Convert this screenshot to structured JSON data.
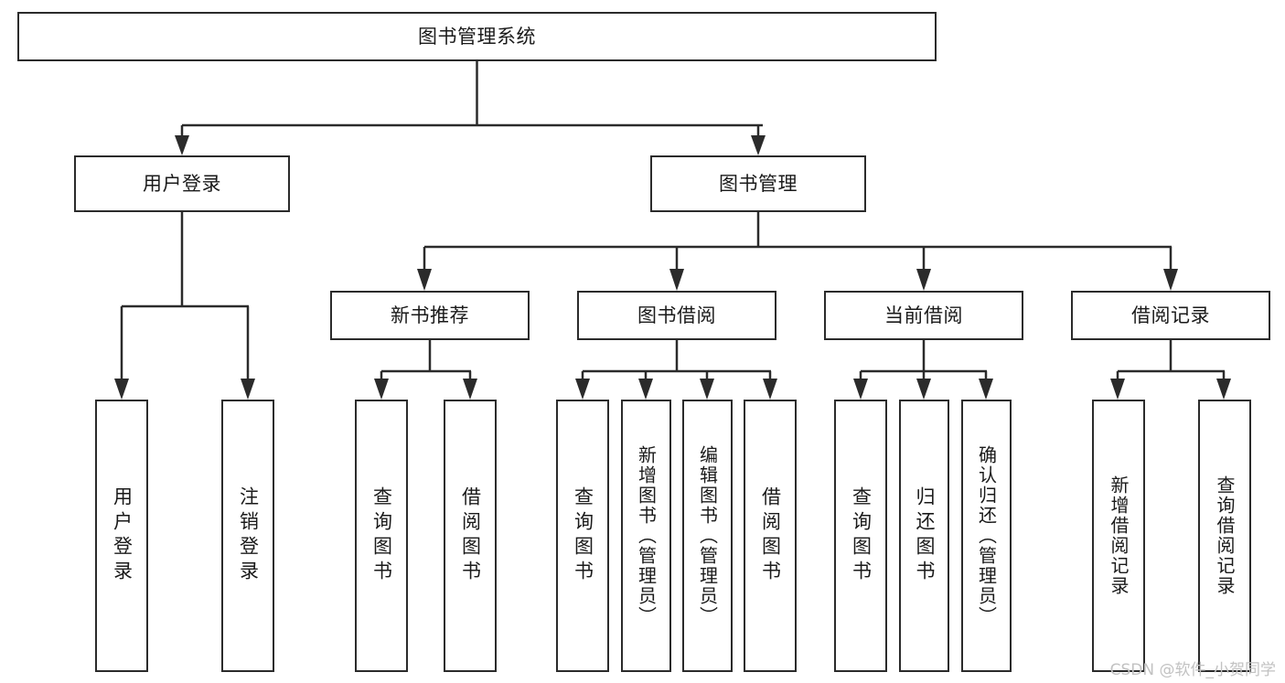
{
  "diagram": {
    "title": "图书管理系统",
    "type": "tree",
    "watermark": "CSDN @软件_小贺同学",
    "colors": {
      "box_border": "#2b2b2b",
      "box_fill": "#ffffff",
      "line": "#2b2b2b",
      "text": "#1a1a1a",
      "watermark": "#c2c2c2",
      "background": "#ffffff"
    },
    "nodes": {
      "root": {
        "label": "图书管理系统",
        "level": 0
      },
      "user_login": {
        "label": "用户登录",
        "level": 1
      },
      "book_manage": {
        "label": "图书管理",
        "level": 1
      },
      "new_book_rec": {
        "label": "新书推荐",
        "level": 2
      },
      "book_borrow": {
        "label": "图书借阅",
        "level": 2
      },
      "current_borrow": {
        "label": "当前借阅",
        "level": 2
      },
      "borrow_record": {
        "label": "借阅记录",
        "level": 2
      },
      "leaf_user_login": {
        "label": "用户登录",
        "level": 3
      },
      "leaf_logout": {
        "label": "注销登录",
        "level": 3
      },
      "leaf_query_book_1": {
        "label": "查询图书",
        "level": 3
      },
      "leaf_borrow_book_1": {
        "label": "借阅图书",
        "level": 3
      },
      "leaf_query_book_2": {
        "label": "查询图书",
        "level": 3
      },
      "leaf_add_book": {
        "label": "新增图书（管理员）",
        "level": 3
      },
      "leaf_edit_book": {
        "label": "编辑图书（管理员）",
        "level": 3
      },
      "leaf_borrow_book_2": {
        "label": "借阅图书",
        "level": 3
      },
      "leaf_query_book_3": {
        "label": "查询图书",
        "level": 3
      },
      "leaf_return_book": {
        "label": "归还图书",
        "level": 3
      },
      "leaf_confirm_return": {
        "label": "确认归还（管理员）",
        "level": 3
      },
      "leaf_add_record": {
        "label": "新增借阅记录",
        "level": 3
      },
      "leaf_query_record": {
        "label": "查询借阅记录",
        "level": 3
      }
    },
    "edges": [
      {
        "from": "root",
        "to": "user_login"
      },
      {
        "from": "root",
        "to": "book_manage"
      },
      {
        "from": "user_login",
        "to": "leaf_user_login"
      },
      {
        "from": "user_login",
        "to": "leaf_logout"
      },
      {
        "from": "book_manage",
        "to": "new_book_rec"
      },
      {
        "from": "book_manage",
        "to": "book_borrow"
      },
      {
        "from": "book_manage",
        "to": "current_borrow"
      },
      {
        "from": "book_manage",
        "to": "borrow_record"
      },
      {
        "from": "new_book_rec",
        "to": "leaf_query_book_1"
      },
      {
        "from": "new_book_rec",
        "to": "leaf_borrow_book_1"
      },
      {
        "from": "book_borrow",
        "to": "leaf_query_book_2"
      },
      {
        "from": "book_borrow",
        "to": "leaf_add_book"
      },
      {
        "from": "book_borrow",
        "to": "leaf_edit_book"
      },
      {
        "from": "book_borrow",
        "to": "leaf_borrow_book_2"
      },
      {
        "from": "current_borrow",
        "to": "leaf_query_book_3"
      },
      {
        "from": "current_borrow",
        "to": "leaf_return_book"
      },
      {
        "from": "current_borrow",
        "to": "leaf_confirm_return"
      },
      {
        "from": "borrow_record",
        "to": "leaf_add_record"
      },
      {
        "from": "borrow_record",
        "to": "leaf_query_record"
      }
    ]
  }
}
